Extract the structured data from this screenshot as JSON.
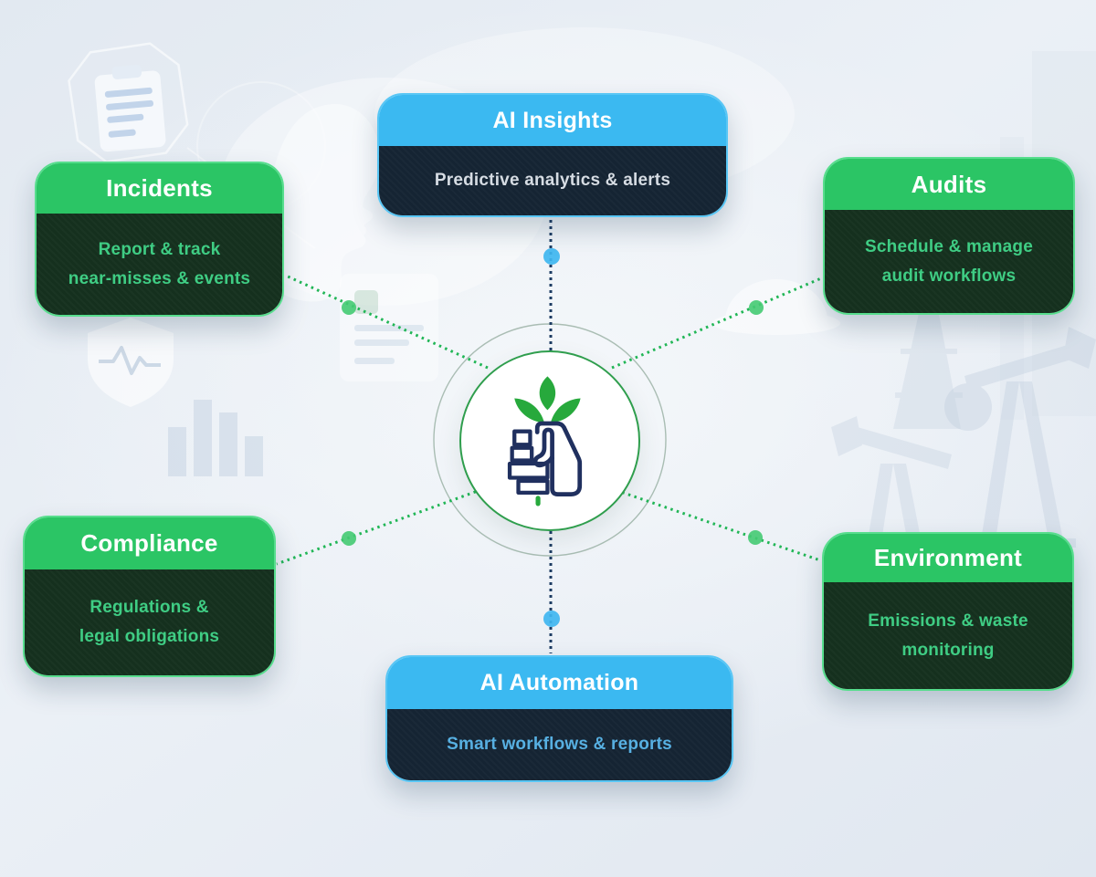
{
  "diagram": {
    "center": {
      "icon": "hand-holding-growth-icon"
    },
    "cards": [
      {
        "id": "ai-insights",
        "title": "AI Insights",
        "theme": "blue",
        "description_lines": [
          "Predictive analytics & alerts"
        ]
      },
      {
        "id": "incidents",
        "title": "Incidents",
        "theme": "green",
        "description_lines": [
          "Report & track",
          "near-misses & events"
        ]
      },
      {
        "id": "audits",
        "title": "Audits",
        "theme": "green",
        "description_lines": [
          "Schedule & manage",
          "audit workflows"
        ]
      },
      {
        "id": "compliance",
        "title": "Compliance",
        "theme": "green",
        "description_lines": [
          "Regulations &",
          "legal obligations"
        ]
      },
      {
        "id": "environment",
        "title": "Environment",
        "theme": "green",
        "description_lines": [
          "Emissions & waste",
          "monitoring"
        ]
      },
      {
        "id": "ai-automation",
        "title": "AI Automation",
        "theme": "blue",
        "description_lines": [
          "Smart workflows & reports"
        ]
      }
    ]
  },
  "colors": {
    "green_header": "#2bc565",
    "green_border": "#57dd8d",
    "green_body_bg": "#15301e",
    "green_body_text": "#3fcd84",
    "blue_header": "#3bb9f1",
    "blue_border": "#58c6f5",
    "blue_body_bg": "#152433",
    "blue_body_text": "#d6dce3",
    "blue_body_text_alt": "#57b0e2",
    "header_text": "#ffffff",
    "line_green": "#21b656",
    "line_navy": "#1d3c63",
    "dot_green": "#44ca72",
    "dot_blue": "#3fb6f0",
    "circle_border": "#2f9e4d",
    "ring": "#8aa596",
    "leaf_green": "#27a93c",
    "hand_navy": "#20305f",
    "canvas_bg": "#e7edf4"
  }
}
